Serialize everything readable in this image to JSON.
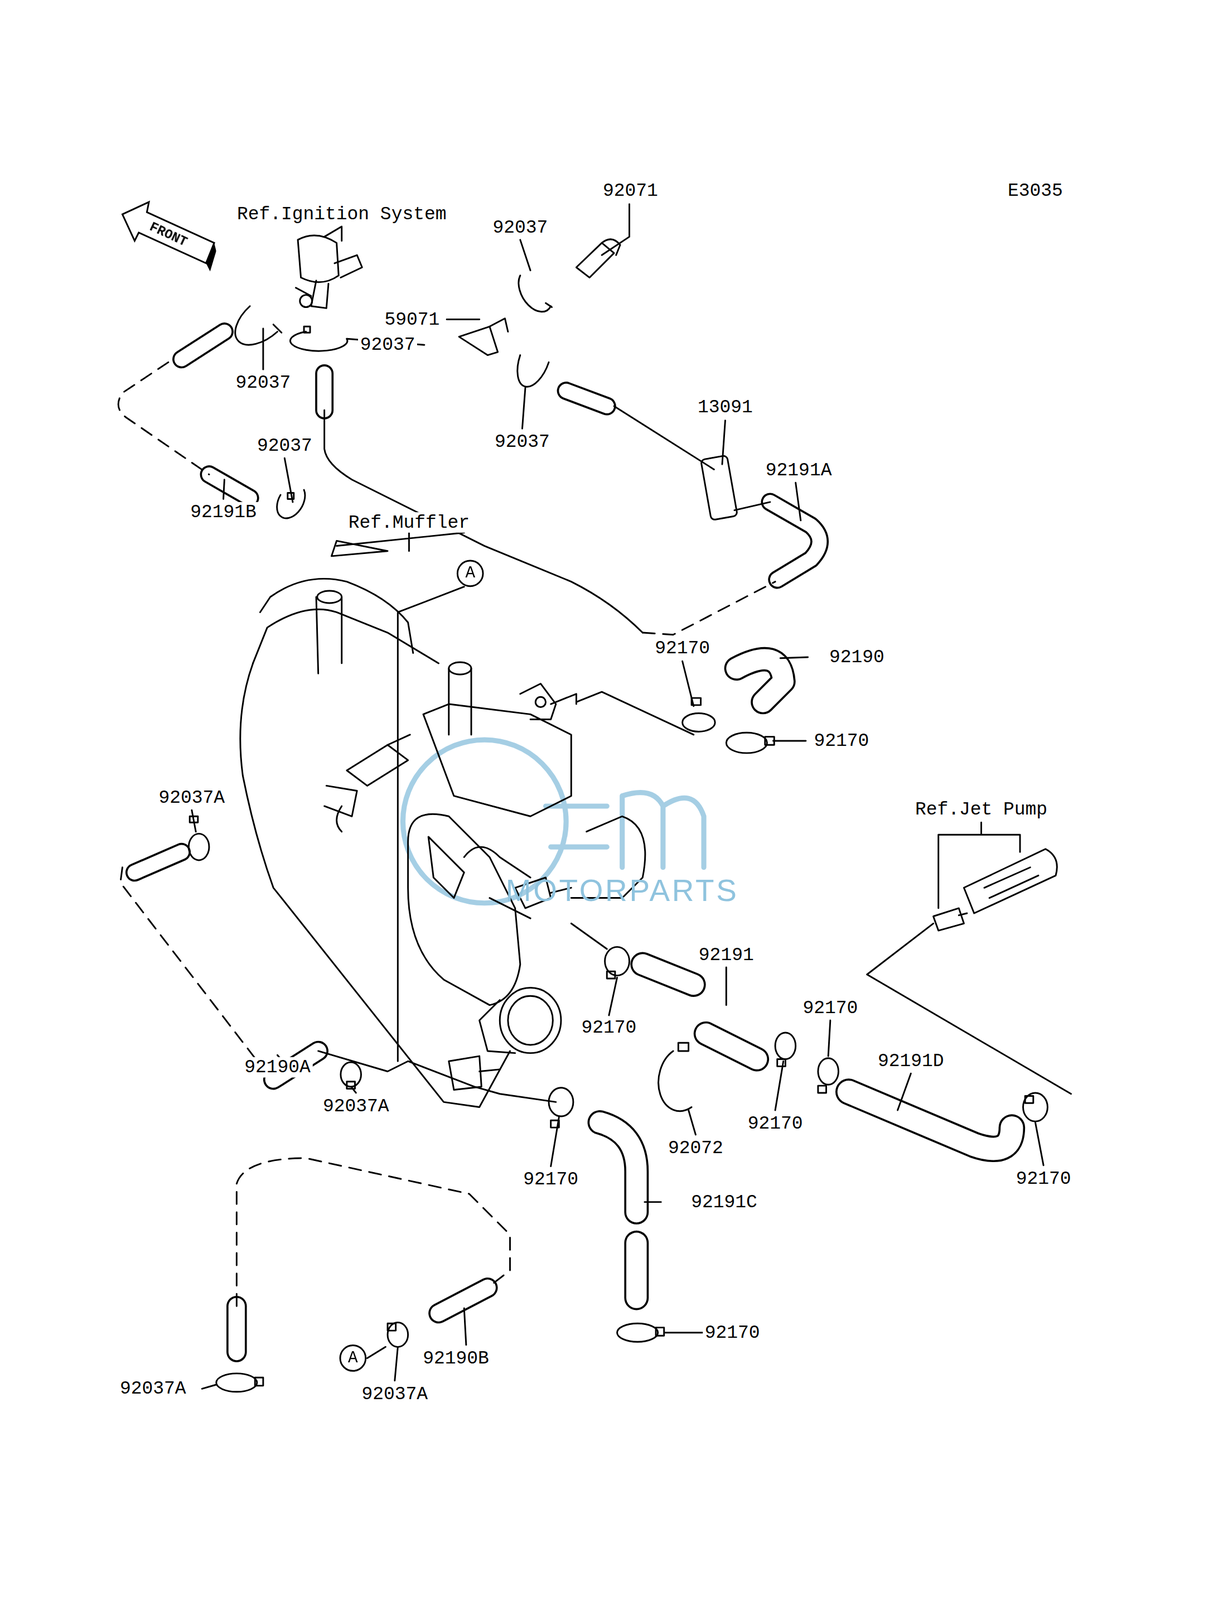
{
  "diagram": {
    "nodes": [
      {
        "text": [
          "FRONT"
        ]
      },
      {
        "text": [
          "A"
        ]
      },
      {
        "text": [
          "A"
        ]
      }
    ],
    "labels": [
      "E3035",
      "Ref.Ignition System",
      "92071",
      "92037",
      "59071",
      "92037",
      "92037",
      "92037",
      "13091",
      "92191A",
      "92037",
      "92191B",
      "Ref.Muffler",
      "92170",
      "92190",
      "92170",
      "92037A",
      "Ref.Jet Pump",
      "92191",
      "92170",
      "92170",
      "92191D",
      "92190A",
      "92037A",
      "92170",
      "92072",
      "92170",
      "92170",
      "92191C",
      "92170",
      "92037A",
      "92190B",
      "92037A",
      "MOTORPARTS"
    ]
  }
}
